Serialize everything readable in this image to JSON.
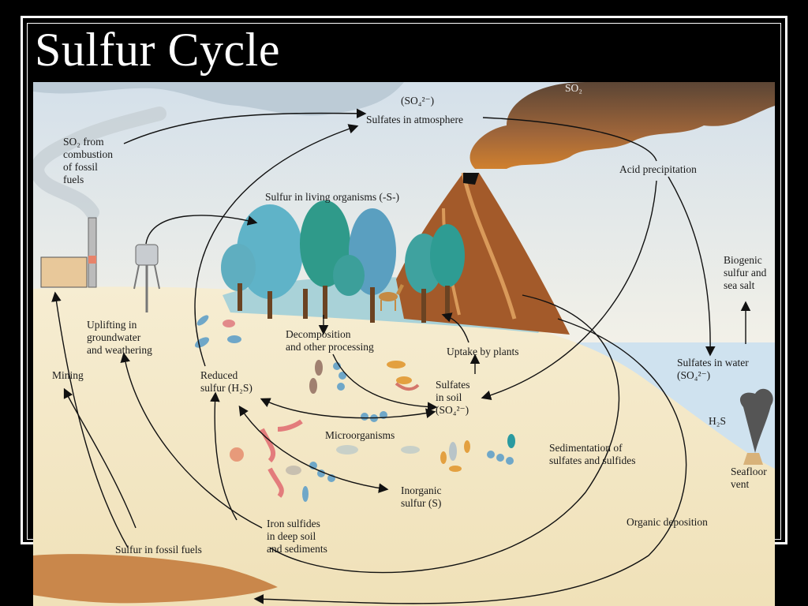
{
  "slide": {
    "title": "Sulfur Cycle"
  },
  "labels": {
    "so2_top": "SO₂",
    "so4_formula": "(SO₄²⁻)",
    "sulfates_atmosphere": "Sulfates in atmosphere",
    "so2_combustion": "SO₂ from\ncombustion\nof fossil\nfuels",
    "acid_precipitation": "Acid precipitation",
    "sulfur_living": "Sulfur in living organisms (-S-)",
    "biogenic": "Biogenic\nsulfur and\nsea salt",
    "uplifting": "Uplifting in\ngroundwater\nand weathering",
    "decomposition": "Decomposition\nand other processing",
    "uptake": "Uptake by plants",
    "mining": "Mining",
    "reduced_sulfur": "Reduced\nsulfur (H₂S)",
    "sulfates_soil": "Sulfates\nin soil\n(SO₄²⁻)",
    "sulfates_water": "Sulfates in water\n(SO₄²⁻)",
    "h2s": "H₂S",
    "microorganisms": "Microorganisms",
    "sedimentation": "Sedimentation of\nsulfates and sulfides",
    "seafloor_vent": "Seafloor\nvent",
    "inorganic_sulfur": "Inorganic\nsulfur (S)",
    "iron_sulfides": "Iron sulfides\nin deep soil\nand sediments",
    "organic_deposition": "Organic deposition",
    "fossil_fuels": "Sulfur in fossil fuels"
  },
  "colors": {
    "sky": "#dfe7ee",
    "soil": "#f1e6c6",
    "water": "#cfe2ef",
    "smoke": "#6b4a35",
    "volcano": "#a35a2a",
    "tree": "#4aa6a0",
    "arrow": "#111111"
  }
}
